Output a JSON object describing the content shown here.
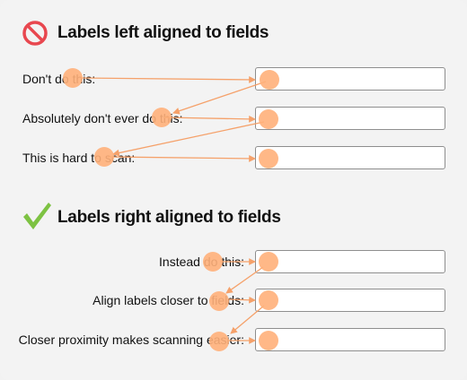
{
  "sections": {
    "bad": {
      "heading": "Labels left aligned to fields",
      "icon": "no-entry-icon",
      "icon_color": "#e8474f",
      "rows": [
        {
          "label": "Don't do this:"
        },
        {
          "label": "Absolutely don't ever do this:"
        },
        {
          "label": "This is hard to scan:"
        }
      ]
    },
    "good": {
      "heading": "Labels right aligned to fields",
      "icon": "checkmark-icon",
      "icon_color": "#7dc242",
      "rows": [
        {
          "label": "Instead do this:"
        },
        {
          "label": "Align labels closer to fields:"
        },
        {
          "label": "Closer proximity makes scanning easier:"
        }
      ]
    }
  },
  "colors": {
    "gaze_dot": "#ffb07a",
    "gaze_line": "#f5a16a",
    "field_border": "#8e8e8e",
    "background": "#f3f3f3"
  }
}
